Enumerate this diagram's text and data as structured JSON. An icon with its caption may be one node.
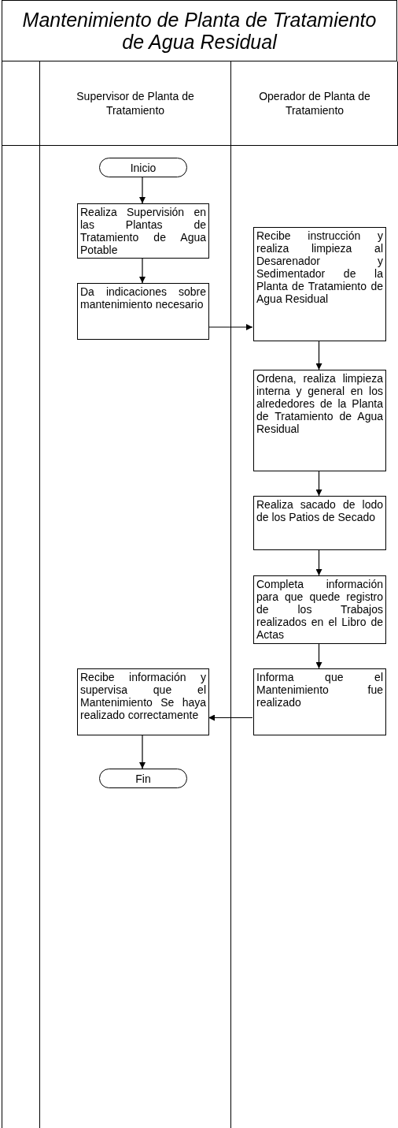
{
  "diagram": {
    "title": "Mantenimiento de Planta de Tratamiento de Agua Residual",
    "nodes": [
      {
        "text": [
          "Supervisor de Planta de Tratamiento"
        ]
      },
      {
        "text": [
          "Operador de Planta de Tratamiento"
        ]
      },
      {
        "text": [
          "Inicio"
        ],
        "in": 0
      },
      {
        "text": [
          "Realiza Supervisión en las Plantas de Tratamiento de Agua Potable"
        ],
        "in": 0
      },
      {
        "text": [
          "Da indicaciones sobre mantenimiento necesario"
        ],
        "in": 0
      },
      {
        "text": [
          "Recibe instrucción y realiza limpieza al Desarenador y Sedimentador de la Planta de Tratamiento de Agua Residual"
        ],
        "in": 1
      },
      {
        "text": [
          "Ordena, realiza limpieza interna y general en los alrededores de la Planta de Tratamiento de Agua Residual"
        ],
        "in": 1
      },
      {
        "text": [
          "Realiza sacado de lodo de los Patios de Secado"
        ],
        "in": 1
      },
      {
        "text": [
          "Completa información para que quede registro de los Trabajos realizados en el Libro de Actas"
        ],
        "in": 1
      },
      {
        "text": [
          "Informa que el Mantenimiento fue realizado"
        ],
        "in": 1
      },
      {
        "text": [
          "Recibe información y supervisa que el Mantenimiento Se haya realizado correctamente"
        ],
        "in": 0
      },
      {
        "text": [
          "Fin"
        ],
        "in": 0
      }
    ],
    "edges": [
      {
        "from": 2,
        "to": 3,
        "arrow": "to"
      },
      {
        "from": 3,
        "to": 4,
        "arrow": "to"
      },
      {
        "from": 4,
        "to": 5,
        "arrow": "to"
      },
      {
        "from": 5,
        "to": 6,
        "arrow": "to"
      },
      {
        "from": 6,
        "to": 7,
        "arrow": "to"
      },
      {
        "from": 7,
        "to": 8,
        "arrow": "to"
      },
      {
        "from": 8,
        "to": 9,
        "arrow": "to"
      },
      {
        "from": 9,
        "to": 10,
        "arrow": "to"
      },
      {
        "from": 10,
        "to": 11,
        "arrow": "to"
      }
    ]
  }
}
